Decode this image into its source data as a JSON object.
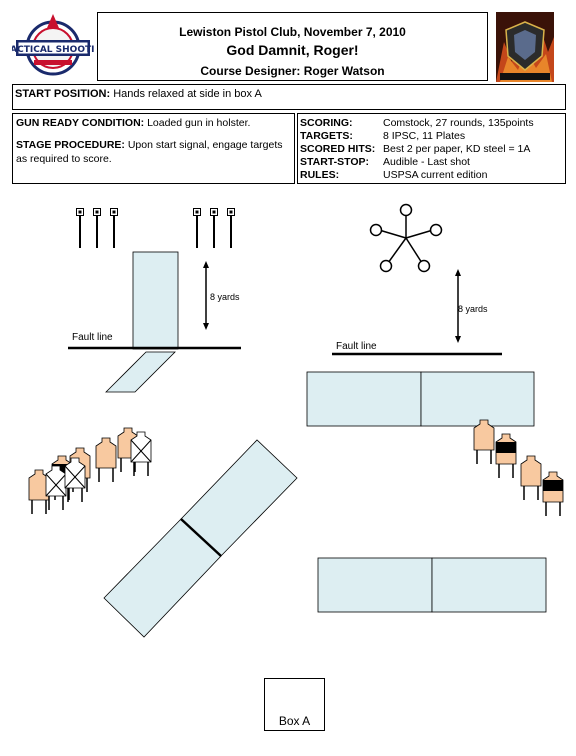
{
  "header": {
    "title": "Lewiston Pistol Club, November 7, 2010",
    "stage_name": "God Damnit, Roger!",
    "designer": "Course Designer: Roger Watson"
  },
  "start_position": {
    "label": "START POSITION:",
    "text": "Hands relaxed at side in box A"
  },
  "gun_ready": {
    "label": "GUN READY CONDITION:",
    "text": "Loaded gun in holster."
  },
  "procedure": {
    "label": "STAGE PROCEDURE:",
    "text": "Upon start signal, engage targets as required to score."
  },
  "scoring": [
    {
      "key": "SCORING:",
      "value": "Comstock, 27 rounds, 135points"
    },
    {
      "key": "TARGETS:",
      "value": "8 IPSC, 11 Plates"
    },
    {
      "key": "SCORED HITS:",
      "value": "Best 2 per paper, KD steel = 1A"
    },
    {
      "key": "START-STOP:",
      "value": "Audible - Last shot"
    },
    {
      "key": "RULES:",
      "value": "USPSA current edition"
    }
  ],
  "diagram": {
    "left_distance": "8 yards",
    "right_distance": "8 yards",
    "left_fault_line": "Fault line",
    "right_fault_line": "Fault line",
    "box_a": "Box A"
  },
  "colors": {
    "wall_fill": "#ddeef2",
    "target_fill": "#f8c9a0",
    "noshoot_fill": "#ffffff",
    "black": "#000000"
  }
}
